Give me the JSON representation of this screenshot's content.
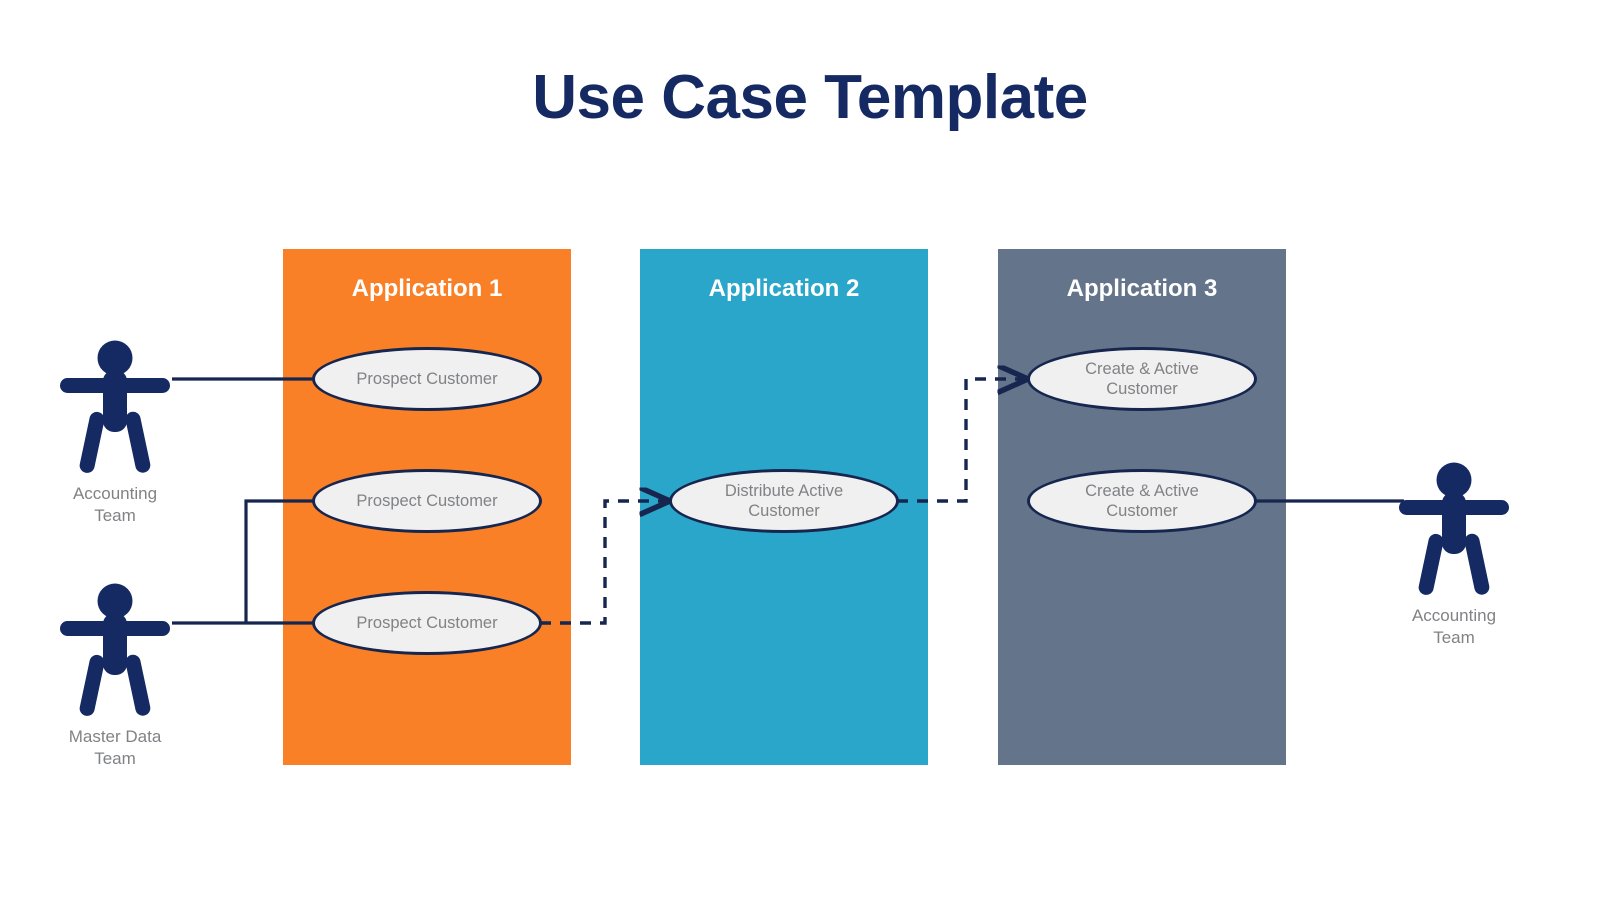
{
  "header": {
    "title": "Use Case Template",
    "title_color": "#152a63"
  },
  "colors": {
    "app1": "#f98026",
    "app2": "#2ba6cb",
    "app3": "#64748b",
    "actor": "#152a63",
    "connector": "#16264f",
    "usecase_fill": "#f0f0f0",
    "usecase_border": "#16264f",
    "label_text": "#808285",
    "background": "#ffffff"
  },
  "applications": [
    {
      "id": "app1",
      "title": "Application 1",
      "color": "#f98026"
    },
    {
      "id": "app2",
      "title": "Application 2",
      "color": "#2ba6cb"
    },
    {
      "id": "app3",
      "title": "Application 3",
      "color": "#64748b"
    }
  ],
  "use_cases": [
    {
      "id": "uc-prospect-1",
      "label": "Prospect Customer",
      "application": "app1"
    },
    {
      "id": "uc-prospect-2",
      "label": "Prospect Customer",
      "application": "app1"
    },
    {
      "id": "uc-prospect-3",
      "label": "Prospect Customer",
      "application": "app1"
    },
    {
      "id": "uc-distribute",
      "label": "Distribute Active Customer",
      "application": "app2"
    },
    {
      "id": "uc-create-1",
      "label": "Create & Active Customer",
      "application": "app3"
    },
    {
      "id": "uc-create-2",
      "label": "Create & Active Customer",
      "application": "app3"
    }
  ],
  "actors": [
    {
      "id": "actor-accounting-left",
      "label_line1": "Accounting",
      "label_line2": "Team",
      "icon": "person-actor-icon"
    },
    {
      "id": "actor-masterdata-left",
      "label_line1": "Master Data",
      "label_line2": "Team",
      "icon": "person-actor-icon"
    },
    {
      "id": "actor-accounting-right",
      "label_line1": "Accounting",
      "label_line2": "Team",
      "icon": "person-actor-icon"
    }
  ],
  "connectors": [
    {
      "id": "link-accounting-to-prospect1",
      "style": "solid",
      "from": "actor-accounting-left",
      "to": "uc-prospect-1",
      "arrow": false
    },
    {
      "id": "link-masterdata-to-prospect2",
      "style": "solid",
      "from": "actor-masterdata-left",
      "to": "uc-prospect-2",
      "arrow": false
    },
    {
      "id": "link-masterdata-to-prospect3",
      "style": "solid",
      "from": "actor-masterdata-left",
      "to": "uc-prospect-3",
      "arrow": false
    },
    {
      "id": "link-prospect3-to-distribute",
      "style": "dashed",
      "from": "uc-prospect-3",
      "to": "uc-distribute",
      "arrow": true
    },
    {
      "id": "link-distribute-to-create1",
      "style": "dashed",
      "from": "uc-distribute",
      "to": "uc-create-1",
      "arrow": true
    },
    {
      "id": "link-create2-to-accounting",
      "style": "solid",
      "from": "uc-create-2",
      "to": "actor-accounting-right",
      "arrow": false
    }
  ]
}
